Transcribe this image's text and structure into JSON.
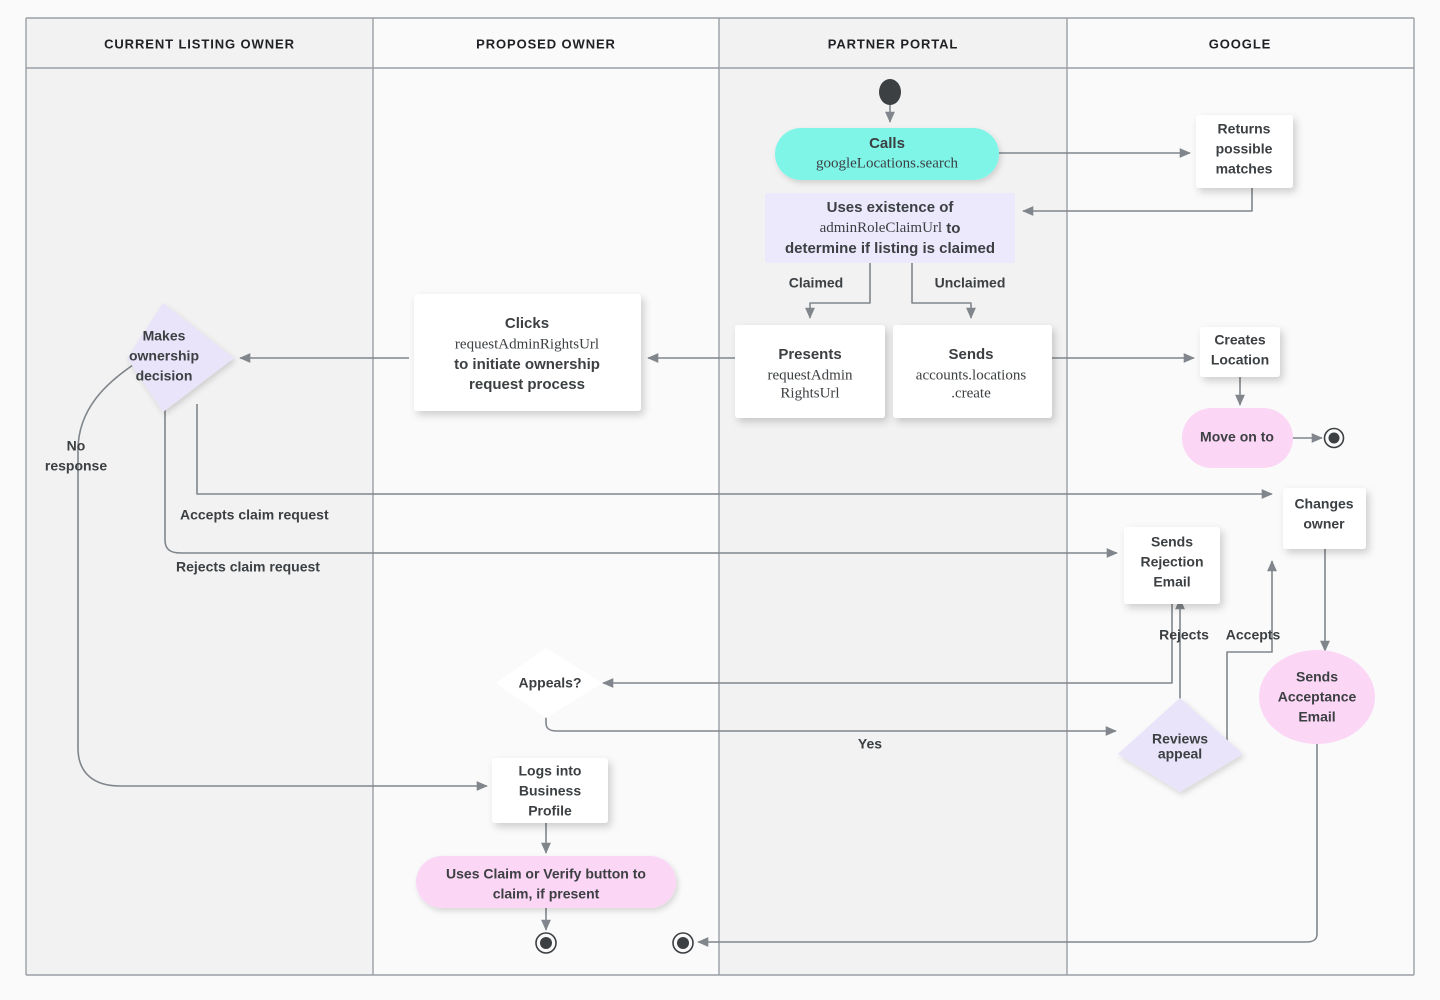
{
  "diagram": {
    "title": "Business Profile listing ownership transfer flow",
    "type": "swimlane-flowchart",
    "background_color": "#fafafa",
    "lane_fill_alt": "#f2f2f2",
    "lane_border_color": "#9aa0a6",
    "edge_color": "#80868b"
  },
  "lanes": [
    {
      "id": "current-listing-owner",
      "label": "CURRENT LISTING OWNER"
    },
    {
      "id": "proposed-owner",
      "label": "PROPOSED OWNER"
    },
    {
      "id": "partner-portal",
      "label": "PARTNER PORTAL"
    },
    {
      "id": "google",
      "label": "GOOGLE"
    }
  ],
  "nodes": {
    "start_partner": {
      "shape": "start-dot",
      "lane": "partner-portal",
      "label": ""
    },
    "calls_search": {
      "shape": "pill",
      "lane": "partner-portal",
      "color": "#7ff5e8",
      "line1": "Calls",
      "line2": "googleLocations.search"
    },
    "returns_matches": {
      "shape": "rect",
      "lane": "google",
      "color": "#ffffff",
      "line1": "Returns",
      "line2": "possible",
      "line3": "matches"
    },
    "uses_existence": {
      "shape": "rect",
      "lane": "partner-portal",
      "color": "#ede9fd",
      "line1": "Uses existence of",
      "line2a": "adminRoleClaimUrl",
      "line2b": " to",
      "line3": "determine if listing is claimed"
    },
    "presents_url": {
      "shape": "rect",
      "lane": "partner-portal",
      "color": "#ffffff",
      "line1": "Presents",
      "line2": "requestAdmin",
      "line3": "RightsUrl"
    },
    "sends_create": {
      "shape": "rect",
      "lane": "partner-portal",
      "color": "#ffffff",
      "line1": "Sends",
      "line2": "accounts.locations",
      "line3": ".create"
    },
    "creates_location": {
      "shape": "rect",
      "lane": "google",
      "color": "#ffffff",
      "line1": "Creates",
      "line2": "Location"
    },
    "move_on_to": {
      "shape": "pill",
      "lane": "google",
      "color": "#fbd6f5",
      "line1": "Move on to"
    },
    "end_google": {
      "shape": "end-dot",
      "lane": "google",
      "label": ""
    },
    "clicks_url": {
      "shape": "rect",
      "lane": "proposed-owner",
      "color": "#ffffff",
      "line1": "Clicks",
      "line2": "requestAdminRightsUrl",
      "line3": "to initiate ownership",
      "line4": "request process"
    },
    "makes_decision": {
      "shape": "diamond",
      "lane": "current-listing-owner",
      "color": "#e9e4f9",
      "line1": "Makes",
      "line2": "ownership",
      "line3": "decision"
    },
    "changes_owner": {
      "shape": "rect",
      "lane": "google",
      "color": "#ffffff",
      "line1": "Changes",
      "line2": "owner"
    },
    "sends_rejection": {
      "shape": "rect",
      "lane": "google",
      "color": "#ffffff",
      "line1": "Sends",
      "line2": "Rejection",
      "line3": "Email"
    },
    "sends_acceptance": {
      "shape": "ellipse",
      "lane": "google",
      "color": "#fbd6f5",
      "line1": "Sends",
      "line2": "Acceptance",
      "line3": "Email"
    },
    "appeals": {
      "shape": "diamond",
      "lane": "proposed-owner",
      "color": "#ffffff",
      "line1": "Appeals?"
    },
    "reviews_appeal": {
      "shape": "diamond",
      "lane": "google",
      "color": "#e9e4f9",
      "line1": "Reviews",
      "line2": "appeal"
    },
    "logs_in": {
      "shape": "rect",
      "lane": "proposed-owner",
      "color": "#ffffff",
      "line1": "Logs into",
      "line2": "Business",
      "line3": "Profile"
    },
    "uses_claim_verify": {
      "shape": "pill",
      "lane": "proposed-owner",
      "color": "#fbd6f5",
      "line1": "Uses Claim or Verify button to",
      "line2": "claim, if present"
    },
    "end_proposed": {
      "shape": "end-dot",
      "lane": "proposed-owner",
      "label": ""
    },
    "end_partner": {
      "shape": "end-dot",
      "lane": "partner-portal",
      "label": ""
    }
  },
  "edge_labels": {
    "claimed": "Claimed",
    "unclaimed": "Unclaimed",
    "no_response_l1": "No",
    "no_response_l2": "response",
    "accepts_claim_request": "Accepts claim request",
    "rejects_claim_request": "Rejects claim request",
    "rejects": "Rejects",
    "accepts": "Accepts",
    "yes": "Yes"
  }
}
